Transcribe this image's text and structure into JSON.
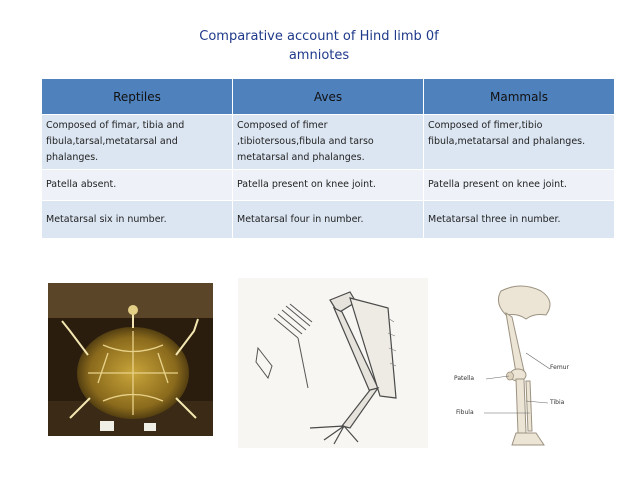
{
  "title": {
    "line1": "Comparative account of  Hind limb 0f",
    "line2": "amniotes"
  },
  "table": {
    "headers": [
      "Reptiles",
      "Aves",
      "Mammals"
    ],
    "rows": [
      [
        "Composed of fimar, tibia and fibula,tarsal,metatarsal and phalanges.",
        "Composed of fimer ,tibiotersous,fibula and tarso metatarsal and phalanges.",
        "Composed of fimer,tibio fibula,metatarsal and phalanges."
      ],
      [
        "Patella absent.",
        "Patella present on knee joint.",
        "Patella present on knee joint."
      ],
      [
        "Metatarsal six in number.",
        "Metatarsal four in number.",
        "Metatarsal three in number."
      ]
    ]
  },
  "images": {
    "mammal_labels": {
      "femur": "Femur",
      "patella": "Patella",
      "tibia": "Tibia",
      "fibula": "Fibula"
    }
  },
  "colors": {
    "title": "#1f3a8a",
    "header_bg": "#4f81bd",
    "row_light": "#dce6f2",
    "row_lighter": "#eef2f8"
  }
}
